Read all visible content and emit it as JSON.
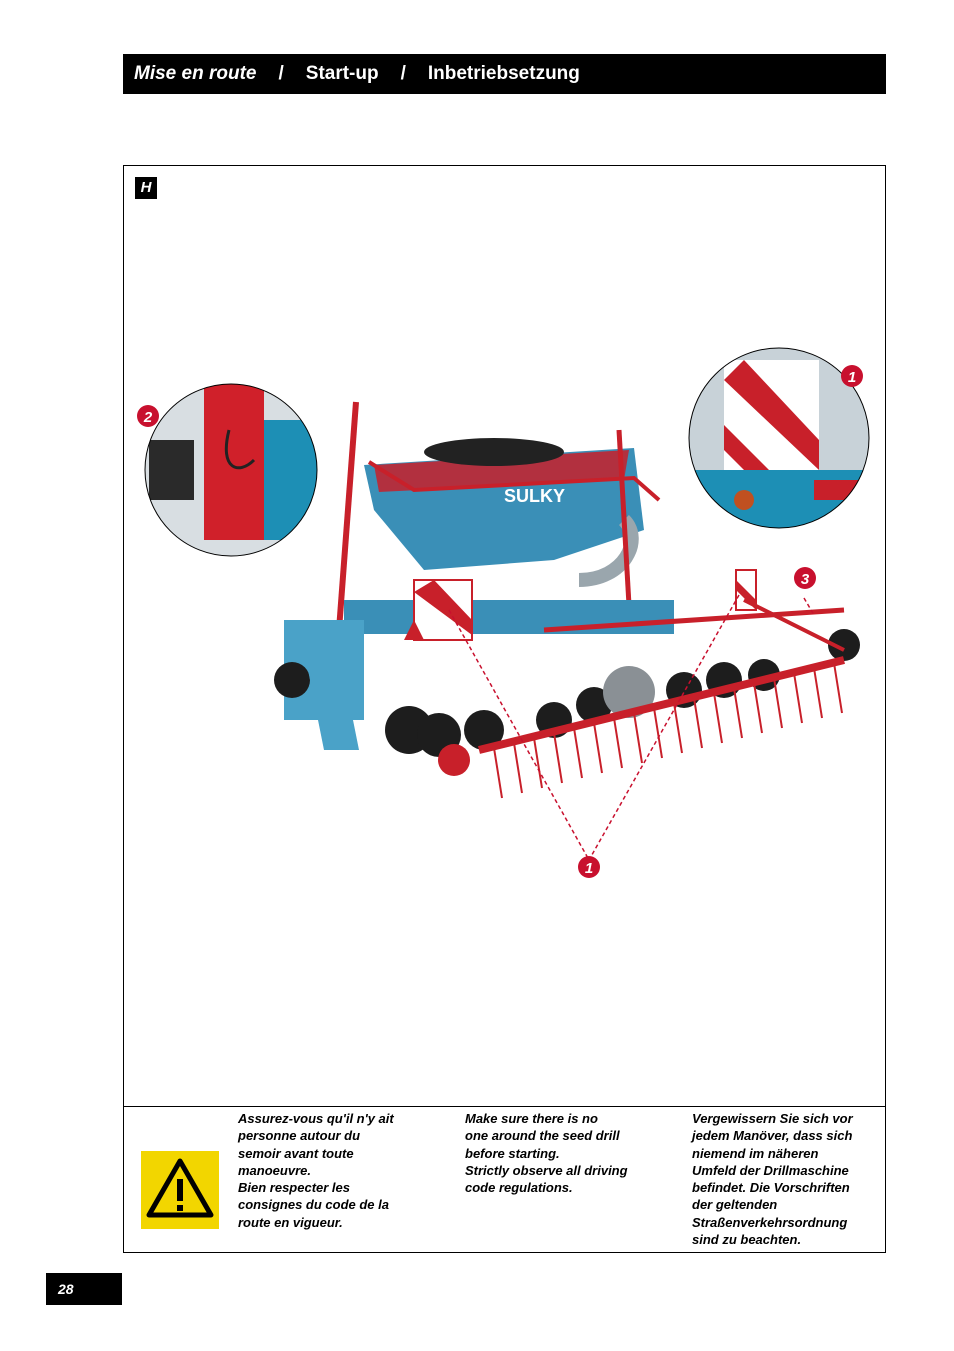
{
  "header": {
    "title_fr": "Mise en route",
    "separator": "/",
    "title_en": "Start-up",
    "title_de": "Inbetriebsetzung"
  },
  "figure": {
    "tag": "H",
    "brand_on_hopper": "SULKY",
    "callouts": [
      "1",
      "2",
      "3",
      "1"
    ]
  },
  "warning": {
    "fr_lines": [
      "Assurez-vous qu'il n'y ait",
      "personne autour du",
      "semoir avant toute",
      "manoeuvre.",
      "Bien respecter les",
      "consignes du code de la",
      "route en vigueur."
    ],
    "en_lines": [
      "Make sure there is no",
      "one around the seed drill",
      "before starting.",
      "Strictly observe all driving",
      "code regulations."
    ],
    "de_lines": [
      "Vergewissern Sie sich vor",
      "jedem Manöver, dass sich",
      "niemend im näheren",
      "Umfeld der Drillmaschine",
      "befindet. Die Vorschriften",
      "der geltenden",
      "Straßenverkehrsordnung",
      "sind zu beachten."
    ]
  },
  "page_number": "28",
  "colors": {
    "black": "#000000",
    "machine_blue": "#3a8fb7",
    "machine_red": "#c8202a",
    "warning_yellow": "#f2d600",
    "callout_red": "#c8102e"
  }
}
